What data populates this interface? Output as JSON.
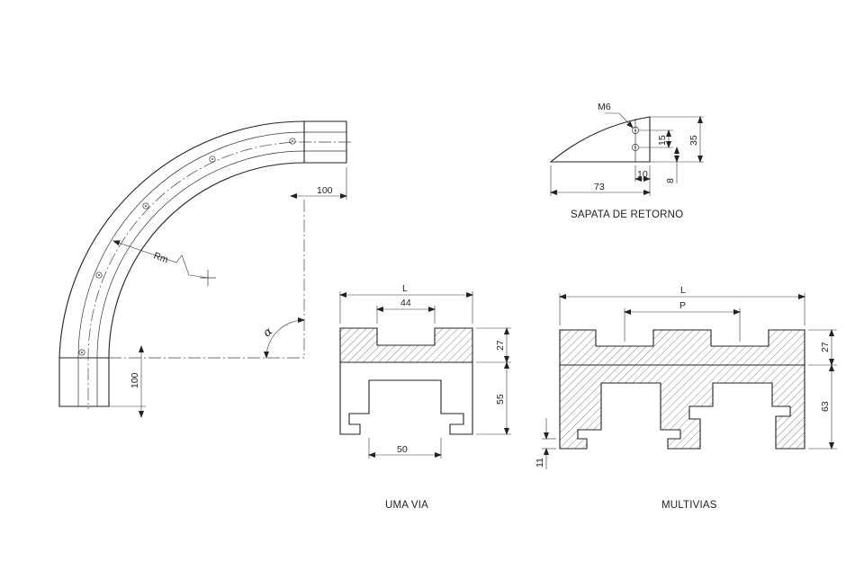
{
  "captions": {
    "return_shoe": "SAPATA DE RETORNO",
    "single_way": "UMA VIA",
    "multi_way": "MULTIVIAS"
  },
  "curve": {
    "dim_horizontal": "100",
    "dim_vertical": "100",
    "radius_label": "Rm",
    "angle_label": "α"
  },
  "return_shoe": {
    "thread": "M6",
    "dim_length": "73",
    "dim_offset": "10",
    "dim_bottom": "8",
    "dim_spacing": "15",
    "dim_height": "35"
  },
  "single_way": {
    "dim_width": "L",
    "dim_slot_top": "44",
    "dim_slot_bottom": "50",
    "dim_upper_height": "27",
    "dim_lower_height": "55"
  },
  "multi_way": {
    "dim_width": "L",
    "dim_pitch": "P",
    "dim_upper_height": "27",
    "dim_lower_height": "63",
    "dim_foot": "11"
  }
}
